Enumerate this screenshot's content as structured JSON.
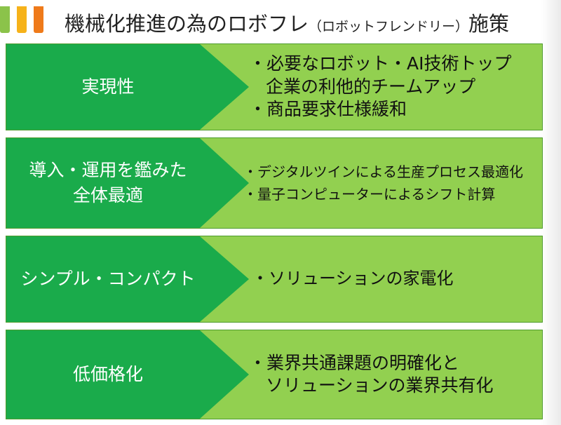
{
  "title": {
    "main_before": "機械化推進の為のロボフレ",
    "small": "（ロボットフレンドリー）",
    "main_after": "施策"
  },
  "colors": {
    "arrow": "#1aab4b",
    "content": "#92d050",
    "border": "#4e9b2c"
  },
  "rows": [
    {
      "label": [
        "実現性"
      ],
      "items": [
        "・必要なロボット・AI技術トップ",
        "企業の利他的チームアップ",
        "・商品要求仕様緩和"
      ]
    },
    {
      "label": [
        "導入・運用を鑑みた",
        "全体最適"
      ],
      "items": [
        "・デジタルツインによる生産プロセス最適化",
        "・量子コンピューターによるシフト計算"
      ]
    },
    {
      "label": [
        "シンプル・コンパクト"
      ],
      "items": [
        "・ソリューションの家電化"
      ]
    },
    {
      "label": [
        "低価格化"
      ],
      "items": [
        "・業界共通課題の明確化と",
        "ソリューションの業界共有化"
      ]
    }
  ]
}
